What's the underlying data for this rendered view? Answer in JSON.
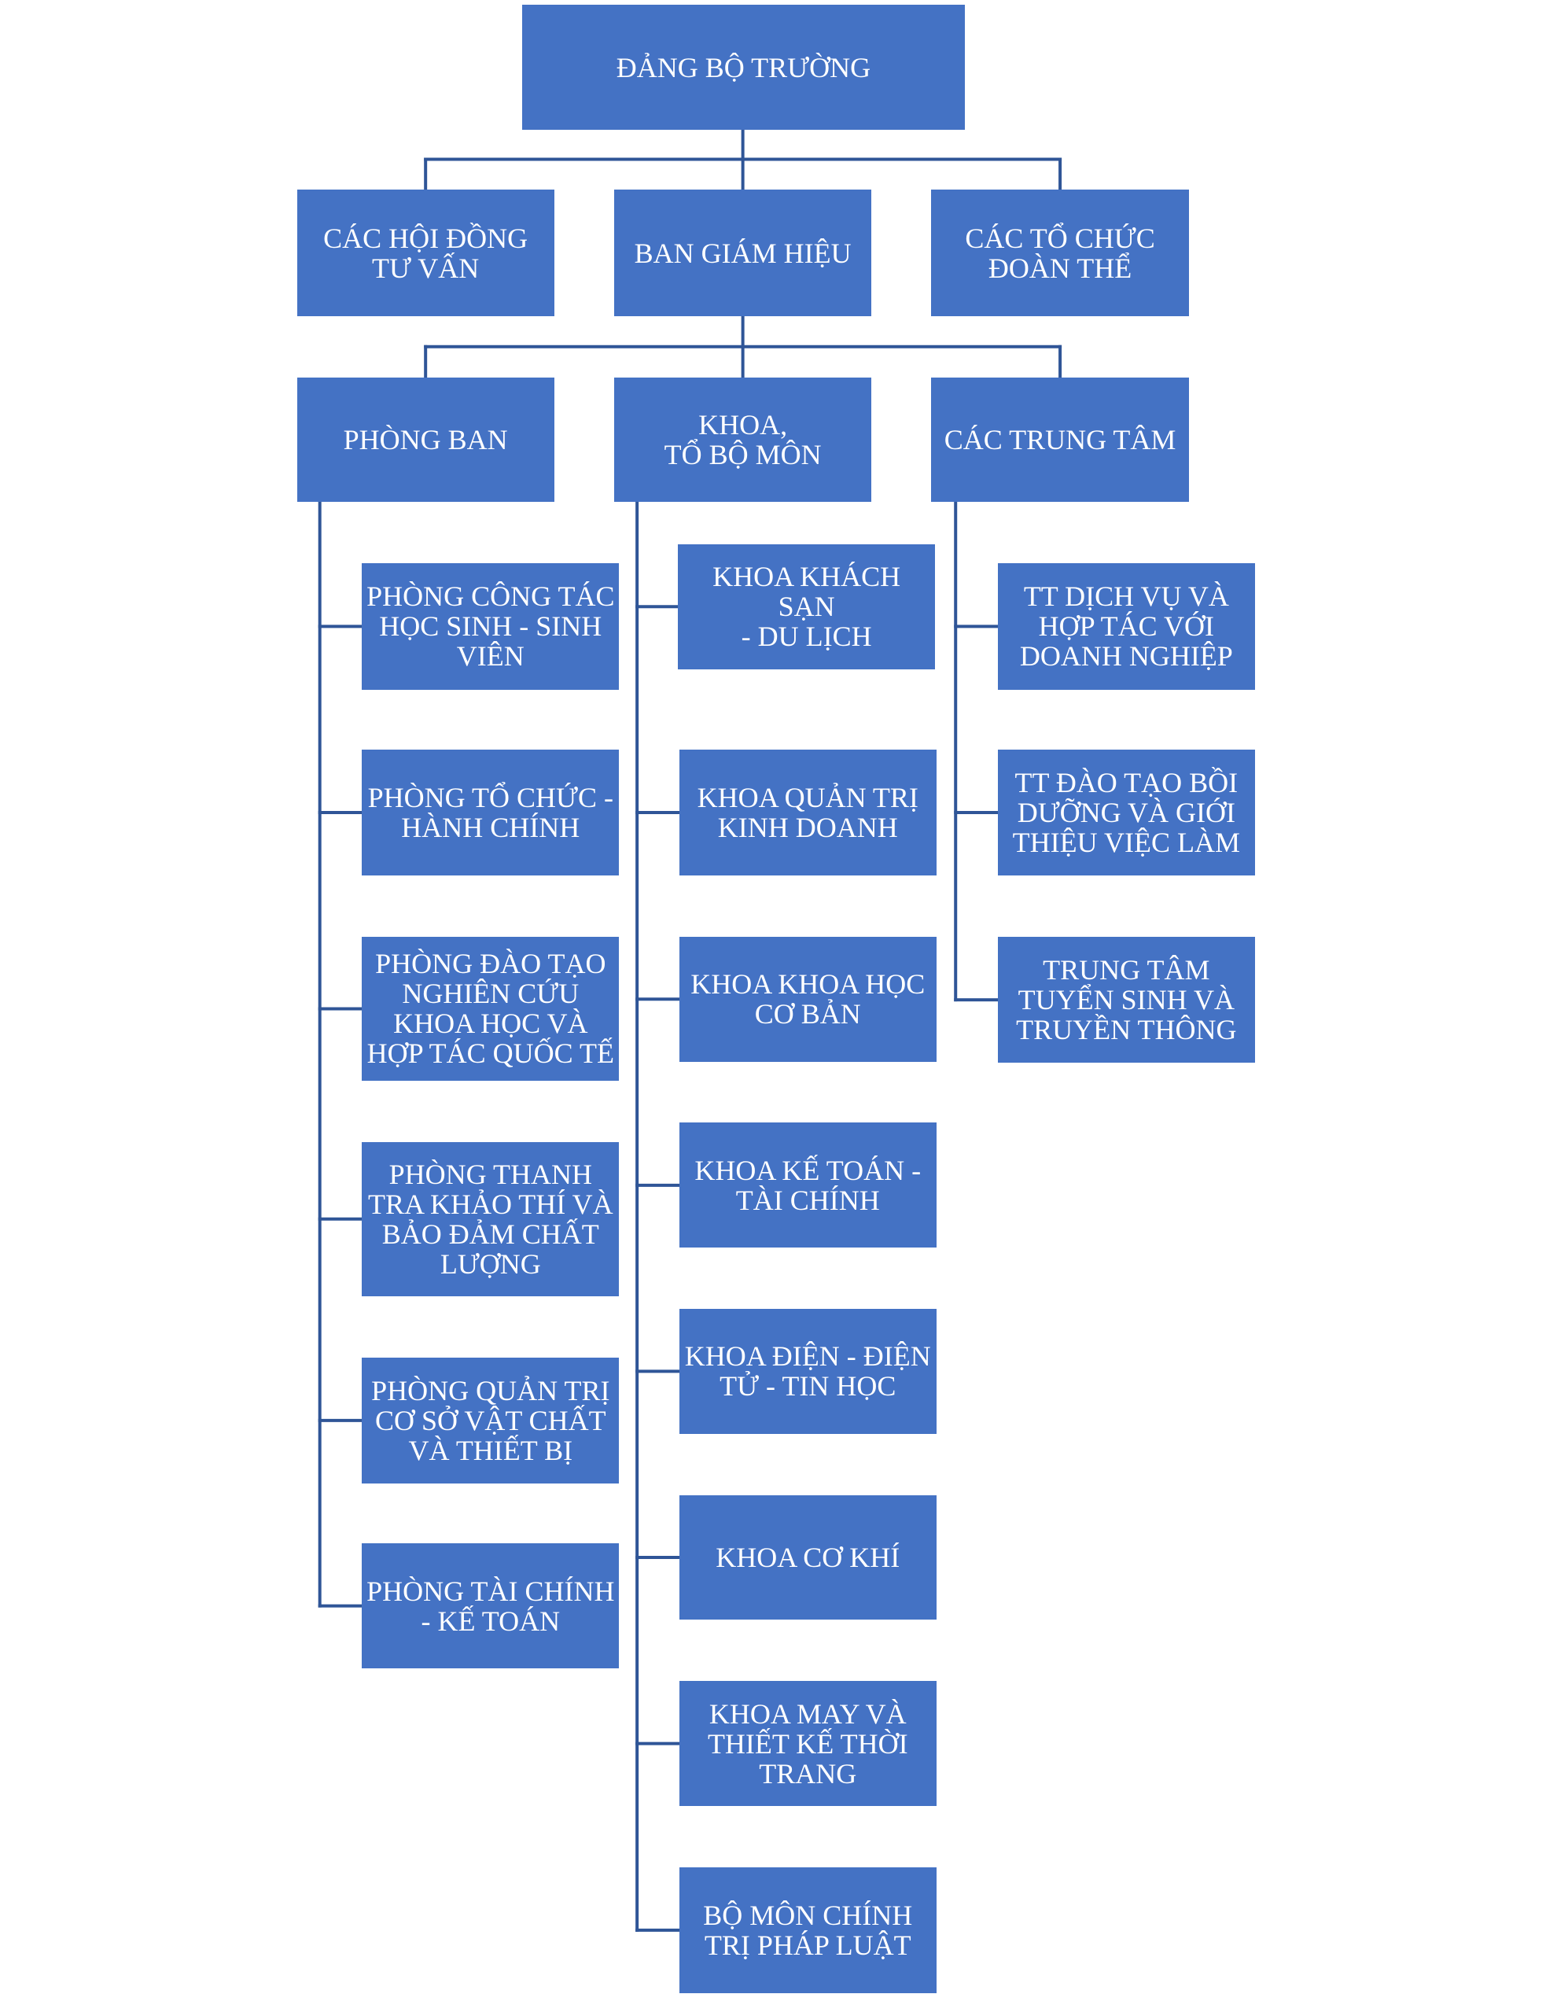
{
  "colors": {
    "box_fill": "#4472C4",
    "connector": "#2F5597",
    "text": "#FFFFFF"
  },
  "root": {
    "label": "ĐẢNG BỘ TRƯỜNG"
  },
  "level1": [
    {
      "id": "advisory",
      "label": "CÁC HỘI ĐỒNG\nTƯ VẤN"
    },
    {
      "id": "board",
      "label": "BAN GIÁM HIỆU"
    },
    {
      "id": "unions",
      "label": "CÁC TỔ CHỨC\nĐOÀN THỂ"
    }
  ],
  "level2": [
    {
      "id": "offices",
      "label": "PHÒNG BAN"
    },
    {
      "id": "faculties",
      "label": "KHOA,\nTỔ BỘ MÔN"
    },
    {
      "id": "centers",
      "label": "CÁC TRUNG TÂM"
    }
  ],
  "offices": [
    "PHÒNG CÔNG TÁC\nHỌC SINH - SINH\nVIÊN",
    "PHÒNG TỔ CHỨC -\nHÀNH CHÍNH",
    "PHÒNG ĐÀO TẠO\nNGHIÊN CỨU\nKHOA HỌC VÀ\nHỢP TÁC QUỐC TẾ",
    "PHÒNG THANH\nTRA KHẢO THÍ VÀ\nBẢO ĐẢM CHẤT\nLƯỢNG",
    "PHÒNG QUẢN TRỊ\nCƠ SỞ VẬT CHẤT\nVÀ THIẾT BỊ",
    "PHÒNG TÀI CHÍNH\n- KẾ TOÁN"
  ],
  "faculties": [
    "KHOA KHÁCH SẠN\n- DU LỊCH",
    "KHOA QUẢN TRỊ\nKINH DOANH",
    "KHOA KHOA HỌC\nCƠ BẢN",
    "KHOA KẾ TOÁN -\nTÀI CHÍNH",
    "KHOA ĐIỆN - ĐIỆN\nTỬ - TIN HỌC",
    "KHOA CƠ KHÍ",
    "KHOA MAY VÀ\nTHIẾT KẾ THỜI\nTRANG",
    "BỘ MÔN CHÍNH\nTRỊ PHÁP LUẬT"
  ],
  "centers": [
    "TT  DỊCH VỤ VÀ\nHỢP TÁC VỚI\nDOANH NGHIỆP",
    "TT  ĐÀO TẠO BỒI\nDƯỠNG VÀ GIỚI\nTHIỆU VIỆC LÀM",
    "TRUNG TÂM\nTUYỂN SINH VÀ\nTRUYỀN THÔNG"
  ]
}
